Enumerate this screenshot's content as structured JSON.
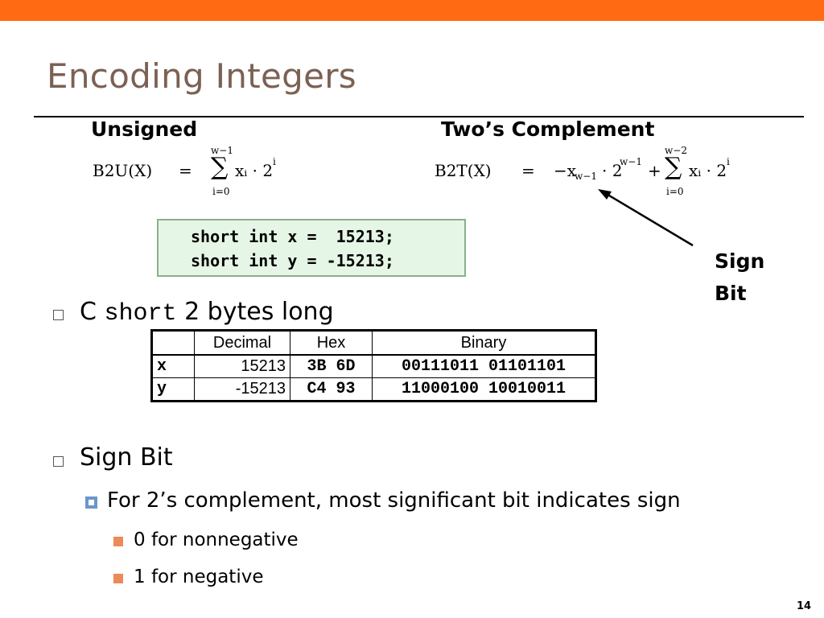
{
  "slide": {
    "title": "Encoding Integers",
    "page_number": "14"
  },
  "headings": {
    "unsigned": "Unsigned",
    "twos_complement": "Two’s Complement"
  },
  "formula_b2u": {
    "lhs": "B2U(X)",
    "eq": "=",
    "sum_upper": "w−1",
    "sum_lower": "i=0",
    "term": "xᵢ · 2",
    "exp": "i"
  },
  "formula_b2t": {
    "lhs": "B2T(X)",
    "eq": "=",
    "first_term": "−x",
    "first_sub": "w−1",
    "first_mult": "· 2",
    "first_exp": "w−1",
    "plus": "+",
    "sum_upper": "w−2",
    "sum_lower": "i=0",
    "term": "xᵢ · 2",
    "exp": "i"
  },
  "code": {
    "line1": "short int x =  15213;",
    "line2": "short int y = -15213;"
  },
  "annotation": {
    "line1": "Sign",
    "line2": "Bit"
  },
  "bullets": {
    "b1_prefix": "C",
    "b1_code": "short",
    "b1_suffix": "2 bytes long",
    "b2": "Sign Bit",
    "sub1": "For 2’s complement, most significant bit indicates sign",
    "subsub1": "0 for nonnegative",
    "subsub2": "1 for negative"
  },
  "table": {
    "headers": [
      "",
      "Decimal",
      "Hex",
      "Binary"
    ],
    "rows": [
      [
        "x",
        "15213",
        "3B 6D",
        "00111011 01101101"
      ],
      [
        "y",
        "-15213",
        "C4 93",
        "11000100 10010011"
      ]
    ]
  },
  "colors": {
    "top_bar": "#ff6a13",
    "title": "#7b6154",
    "code_bg": "#e6f6e6",
    "sub_bullet": "#6b97c9",
    "square_bullet": "#ec8a58"
  }
}
